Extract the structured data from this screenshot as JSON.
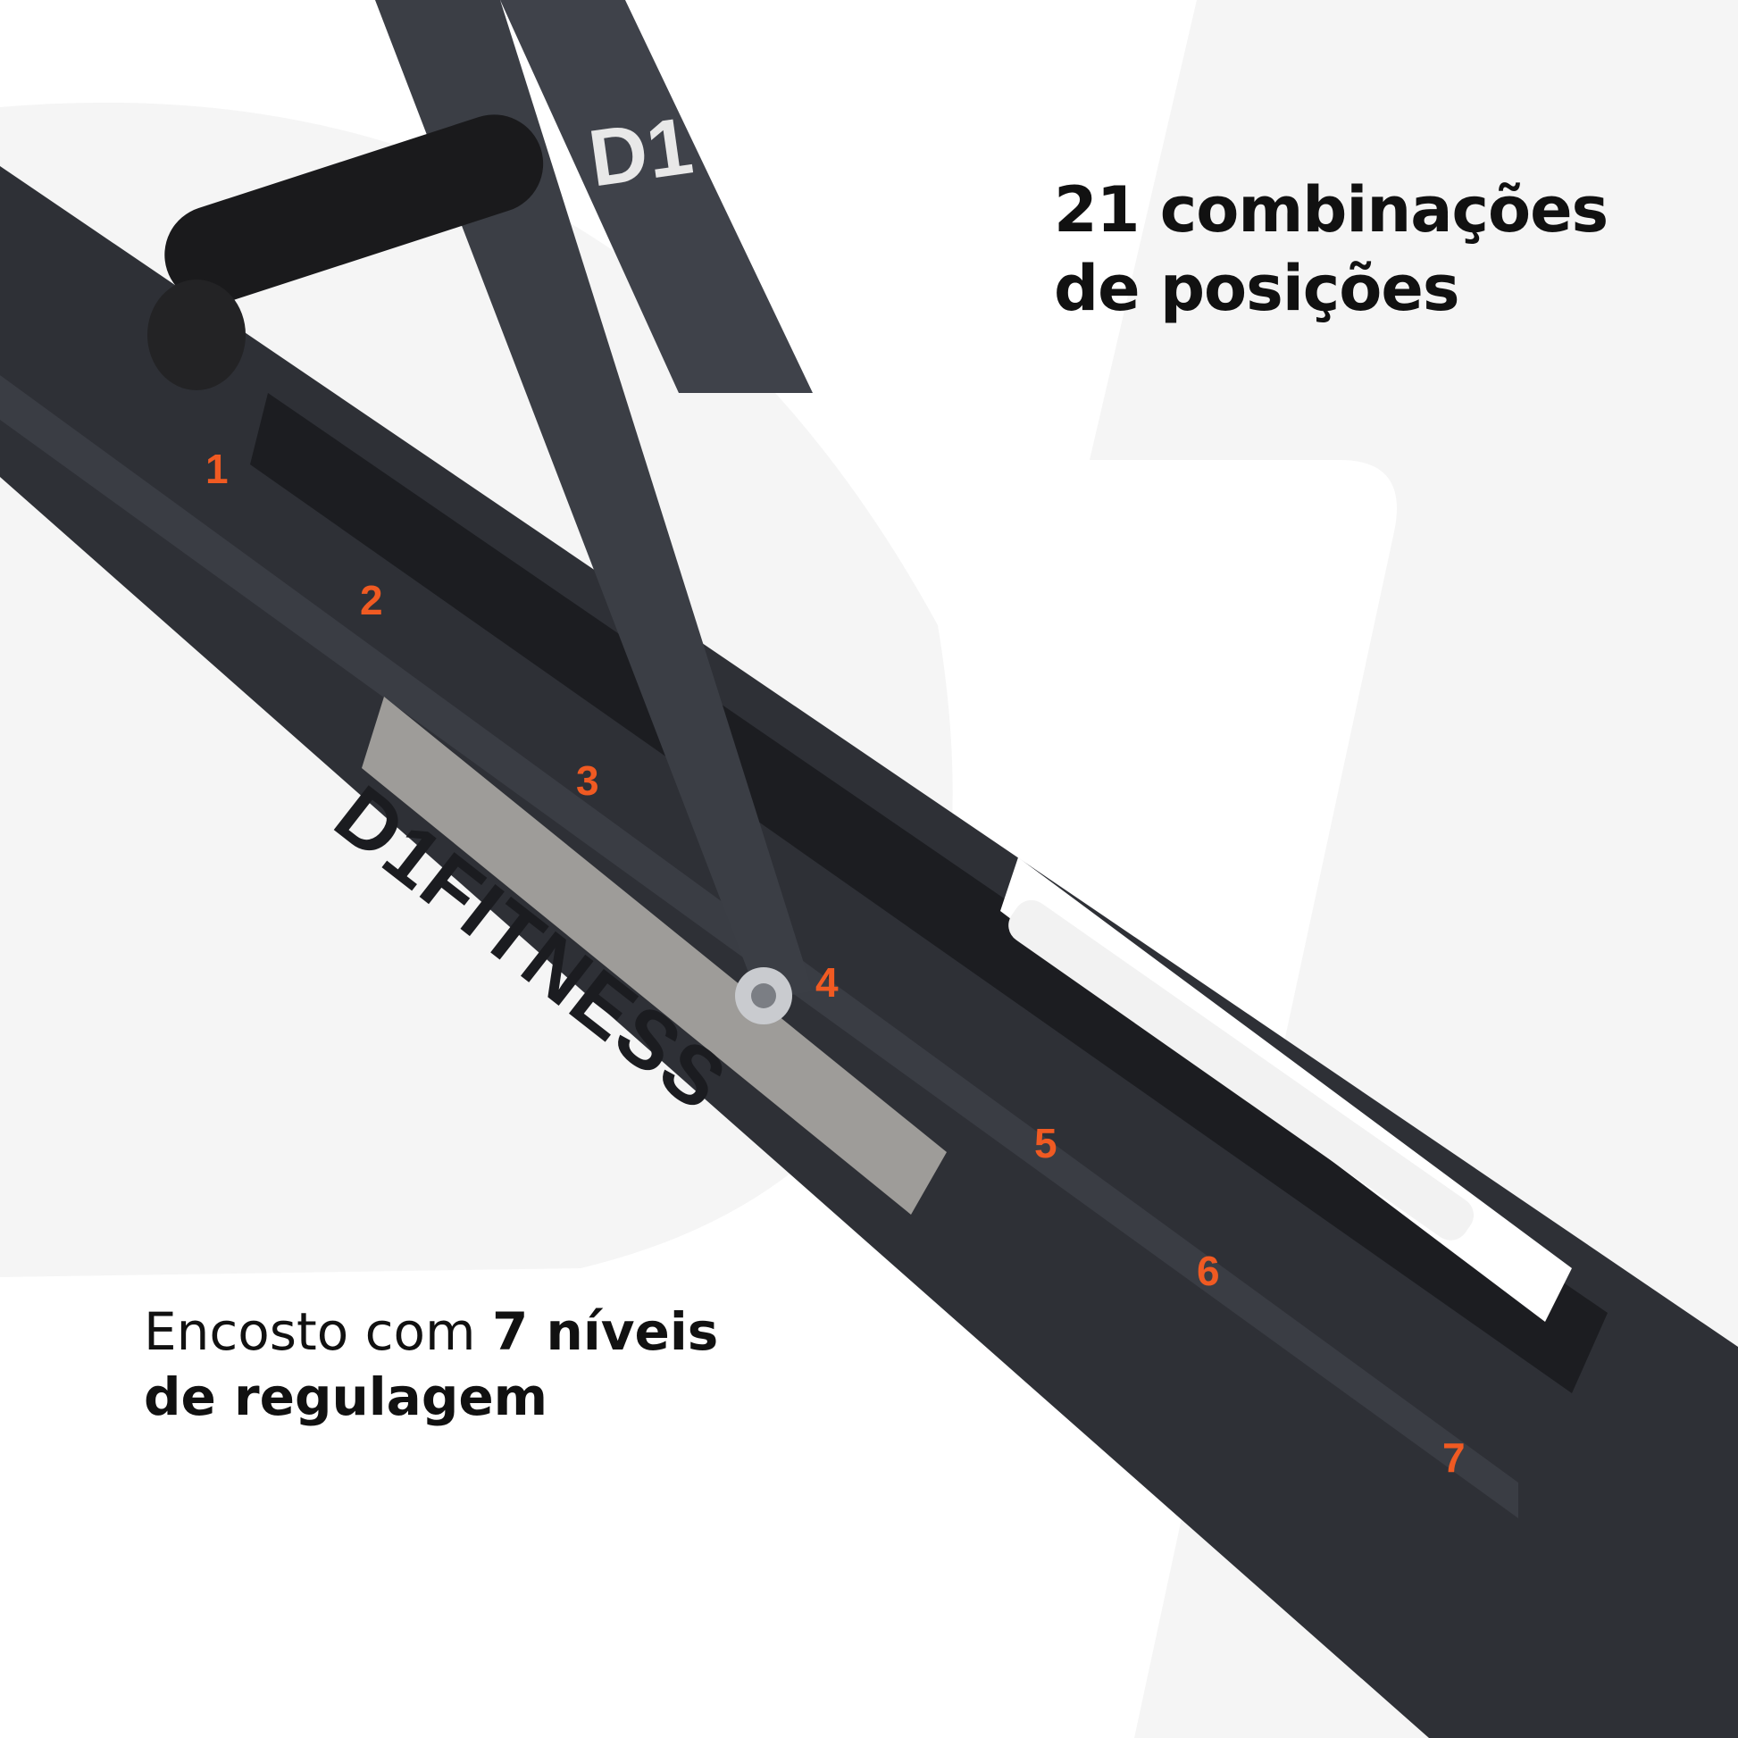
{
  "headline": {
    "line1": "21 combinações",
    "line2": "de posições"
  },
  "caption": {
    "prefix": "Encosto com ",
    "bold1": "7 níveis",
    "line2": "de regulagem"
  },
  "positions": [
    "1",
    "2",
    "3",
    "4",
    "5",
    "6",
    "7"
  ],
  "logos": {
    "plate": "D1FITNESS",
    "arm": "D1"
  },
  "colors": {
    "accent": "#f05a22",
    "frame": "#2e3036",
    "watermark": "#f5f5f5"
  }
}
